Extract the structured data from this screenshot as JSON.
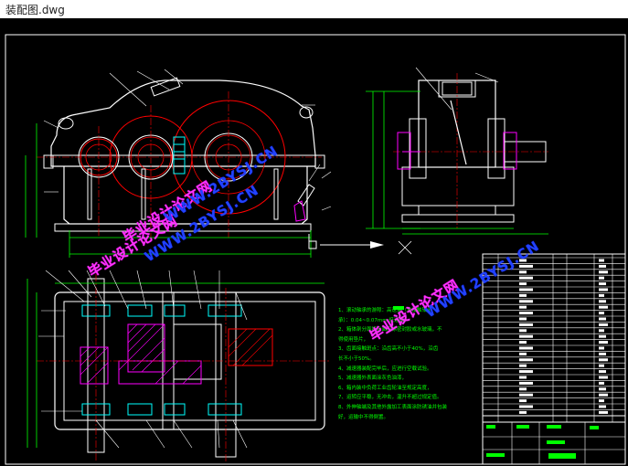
{
  "window": {
    "title": "装配图.dwg"
  },
  "watermarks": [
    {
      "text": "毕业设计论文网",
      "color": "#ff33ff"
    },
    {
      "text": "WWW.2BYSJ.CN",
      "color": "#2244ff"
    },
    {
      "text": "毕业设计论文网",
      "color": "#ff33ff"
    },
    {
      "text": "WWW.2BYSJ.CN",
      "color": "#2244ff"
    },
    {
      "text": "毕业设计论文网",
      "color": "#ff33ff"
    },
    {
      "text": "WWW.2BYSJ.CN",
      "color": "#2244ff"
    }
  ],
  "notes": {
    "lines": [
      "1、滚动轴承的游隙：高速轴（角接触轴承",
      "承）：0.04~0.07mm 低速轴。",
      "2、箱体剖分面接合面应涂密封胶或水玻璃，不",
      "得使用垫片，",
      "3、齿面接触斑点：沿齿高不小于40%，沿齿",
      "长不小于50%。",
      "4、减速器装配完毕后，应进行空载试验。",
      "5、减速器外表面涂灰色油漆，",
      "6、箱内装中负荷工业齿轮油至规定高度，",
      "7、运转应平稳，无冲击，温升不超过规定值。",
      "8、外伸轴端及其他外露加工表面涂防锈油并包装",
      "好，运输中不得倒置。"
    ]
  },
  "colors": {
    "background": "#000000",
    "outline": "#ffffff",
    "gear": "#ff0000",
    "dimension": "#00ff00",
    "center": "#ff0000",
    "hatch": "#ff00ff",
    "bearing": "#00ffff"
  }
}
